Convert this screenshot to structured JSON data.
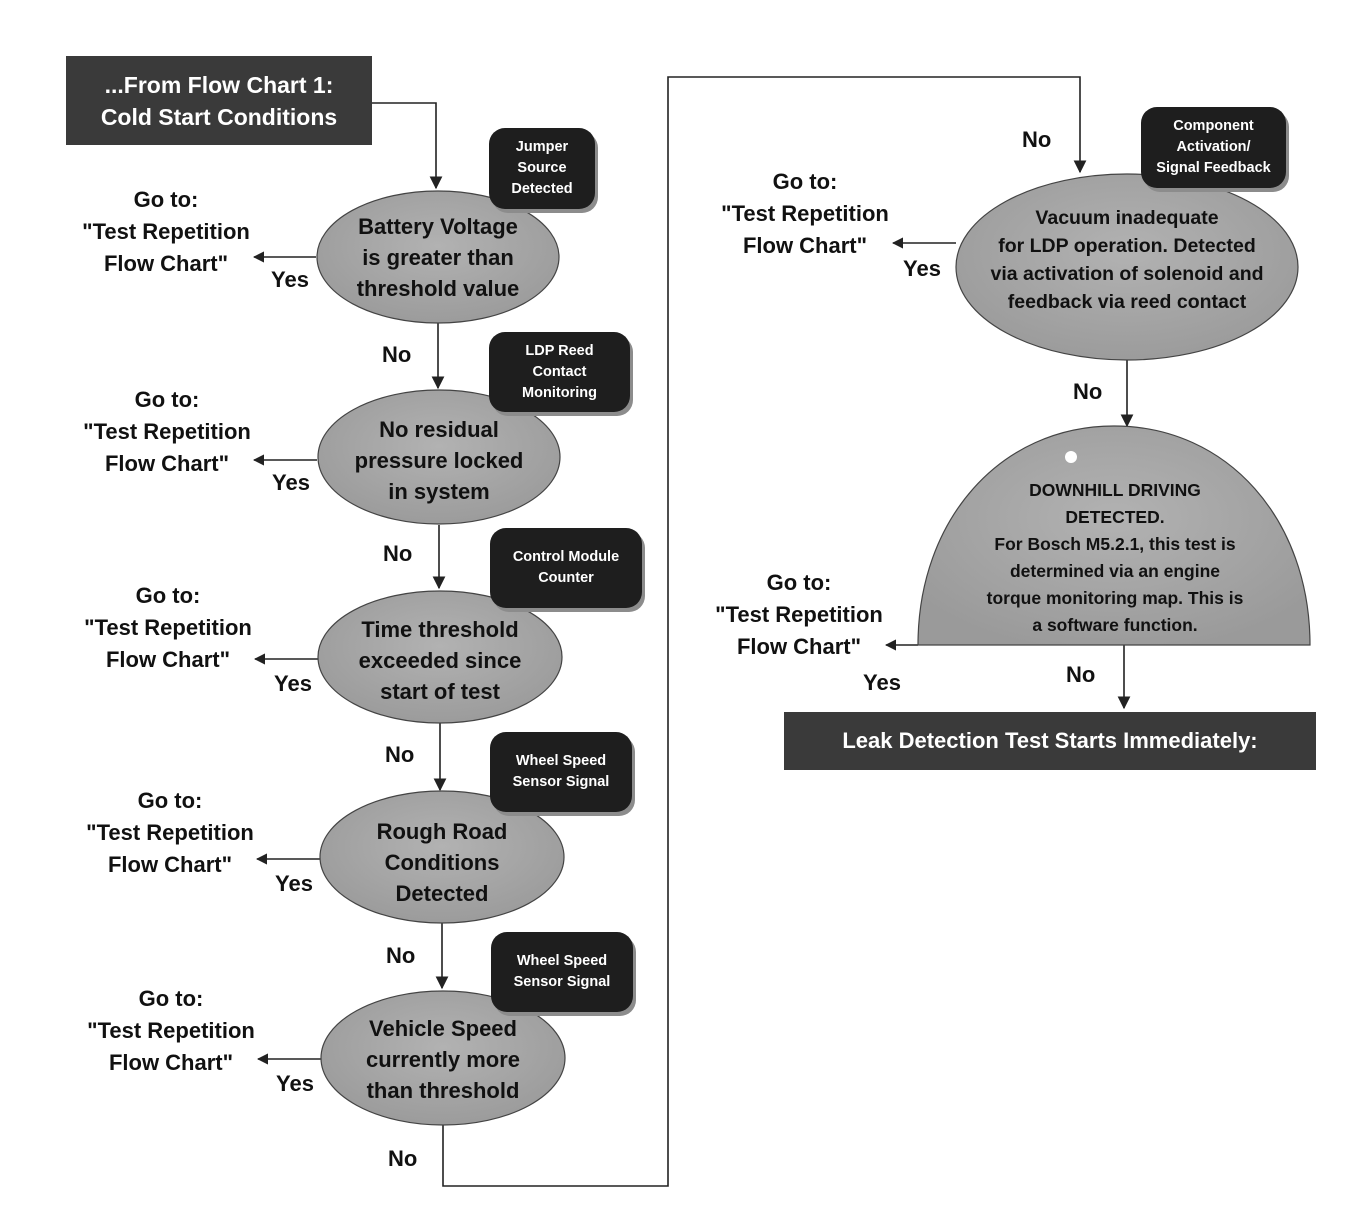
{
  "start_box": {
    "lines": [
      "...From Flow Chart 1:",
      "Cold Start Conditions"
    ]
  },
  "end_box": {
    "text": "Leak Detection Test Starts Immediately:"
  },
  "goto_text": {
    "line1": "Go to:",
    "line2": "\"Test Repetition",
    "line3": "Flow Chart\""
  },
  "yes_label": "Yes",
  "no_label": "No",
  "decisions": [
    {
      "lines": [
        "Battery Voltage",
        "is greater than",
        "threshold value"
      ],
      "badge": [
        "Jumper",
        "Source",
        "Detected"
      ]
    },
    {
      "lines": [
        "No residual",
        "pressure locked",
        "in system"
      ],
      "badge": [
        "LDP Reed",
        "Contact",
        "Monitoring"
      ]
    },
    {
      "lines": [
        "Time threshold",
        "exceeded since",
        "start of test"
      ],
      "badge": [
        "Control Module",
        "Counter"
      ]
    },
    {
      "lines": [
        "Rough Road",
        "Conditions",
        "Detected"
      ],
      "badge": [
        "Wheel Speed",
        "Sensor Signal"
      ]
    },
    {
      "lines": [
        "Vehicle Speed",
        "currently more",
        "than threshold"
      ],
      "badge": [
        "Wheel Speed",
        "Sensor Signal"
      ]
    },
    {
      "lines": [
        "Vacuum inadequate",
        "for LDP operation.  Detected",
        "via activation of solenoid and",
        "feedback via reed contact"
      ],
      "badge": [
        "Component",
        "Activation/",
        "Signal Feedback"
      ]
    },
    {
      "lines": [
        "DOWNHILL DRIVING",
        "DETECTED.",
        "For Bosch M5.2.1, this test is",
        "determined via an engine",
        "torque monitoring map. This is",
        "a software function."
      ]
    }
  ]
}
